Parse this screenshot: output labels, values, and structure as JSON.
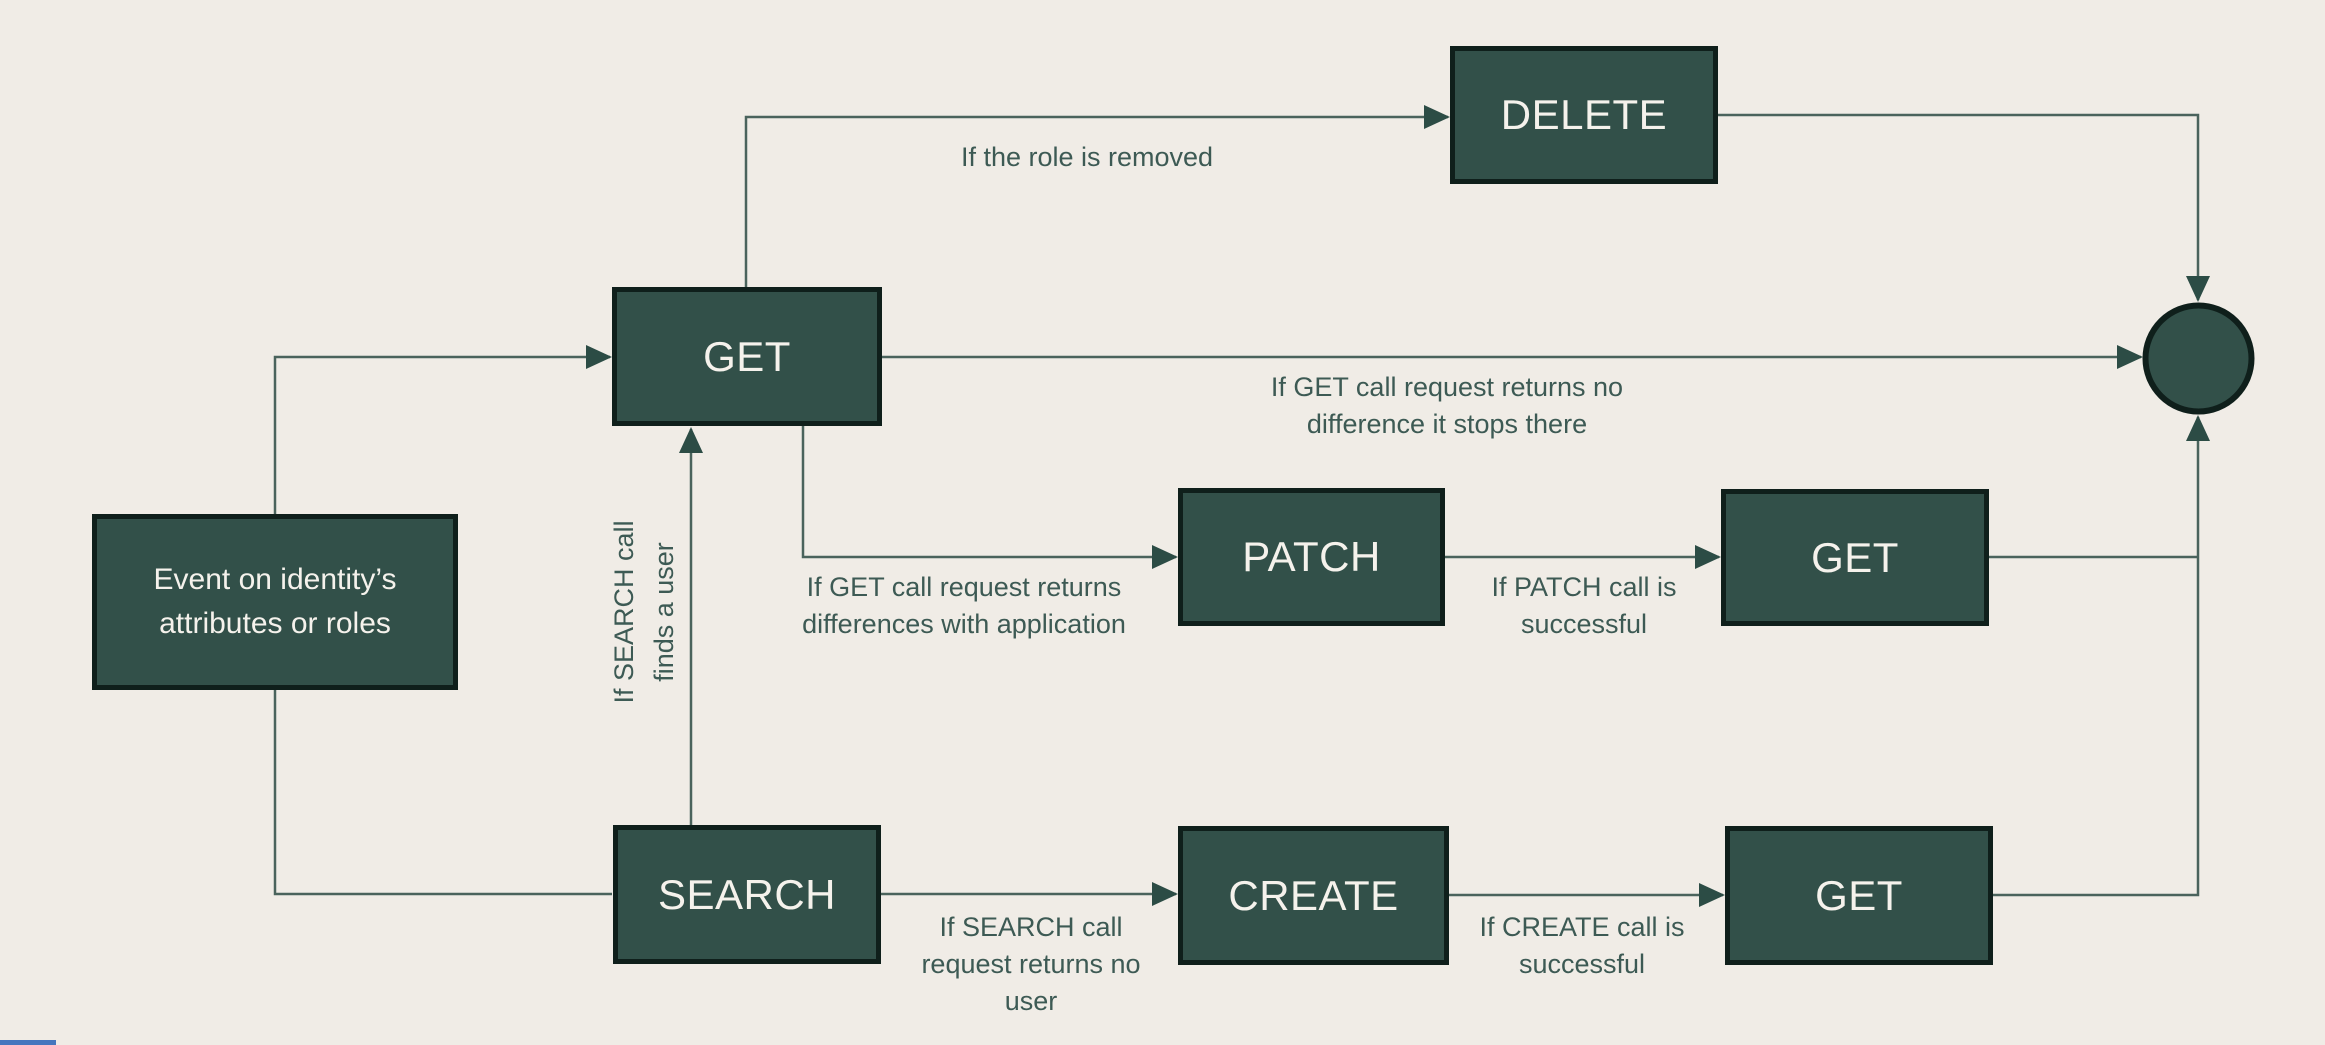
{
  "palette": {
    "background": "#f0ece6",
    "node_fill": "#325049",
    "node_border": "#0f1f1b",
    "node_text": "#f5f2ec",
    "edge_label_text": "#3d5a54",
    "connector_line": "#4a635c",
    "arrowhead": "#2c4c45",
    "bottom_strip_blue": "#4576be"
  },
  "nodes": {
    "event": {
      "lines": [
        "Event on identity’s",
        "attributes or roles"
      ]
    },
    "get_top": {
      "label": "GET"
    },
    "delete": {
      "label": "DELETE"
    },
    "patch": {
      "label": "PATCH"
    },
    "get_after_patch": {
      "label": "GET"
    },
    "search": {
      "label": "SEARCH"
    },
    "create": {
      "label": "CREATE"
    },
    "get_after_create": {
      "label": "GET"
    }
  },
  "edge_labels": {
    "role_removed": {
      "lines": [
        "If the role is removed"
      ]
    },
    "get_stop": {
      "lines": [
        "If GET call request returns no",
        "difference it stops there"
      ]
    },
    "get_diff": {
      "lines": [
        "If GET call request returns",
        "differences with application"
      ]
    },
    "patch_success": {
      "lines": [
        "If PATCH call is",
        "successful"
      ]
    },
    "search_found": {
      "lines": [
        "If SEARCH call",
        "finds a user"
      ]
    },
    "search_no_user": {
      "lines": [
        "If SEARCH call",
        "request returns no",
        "user"
      ]
    },
    "create_success": {
      "lines": [
        "If CREATE call is",
        "successful"
      ]
    }
  }
}
